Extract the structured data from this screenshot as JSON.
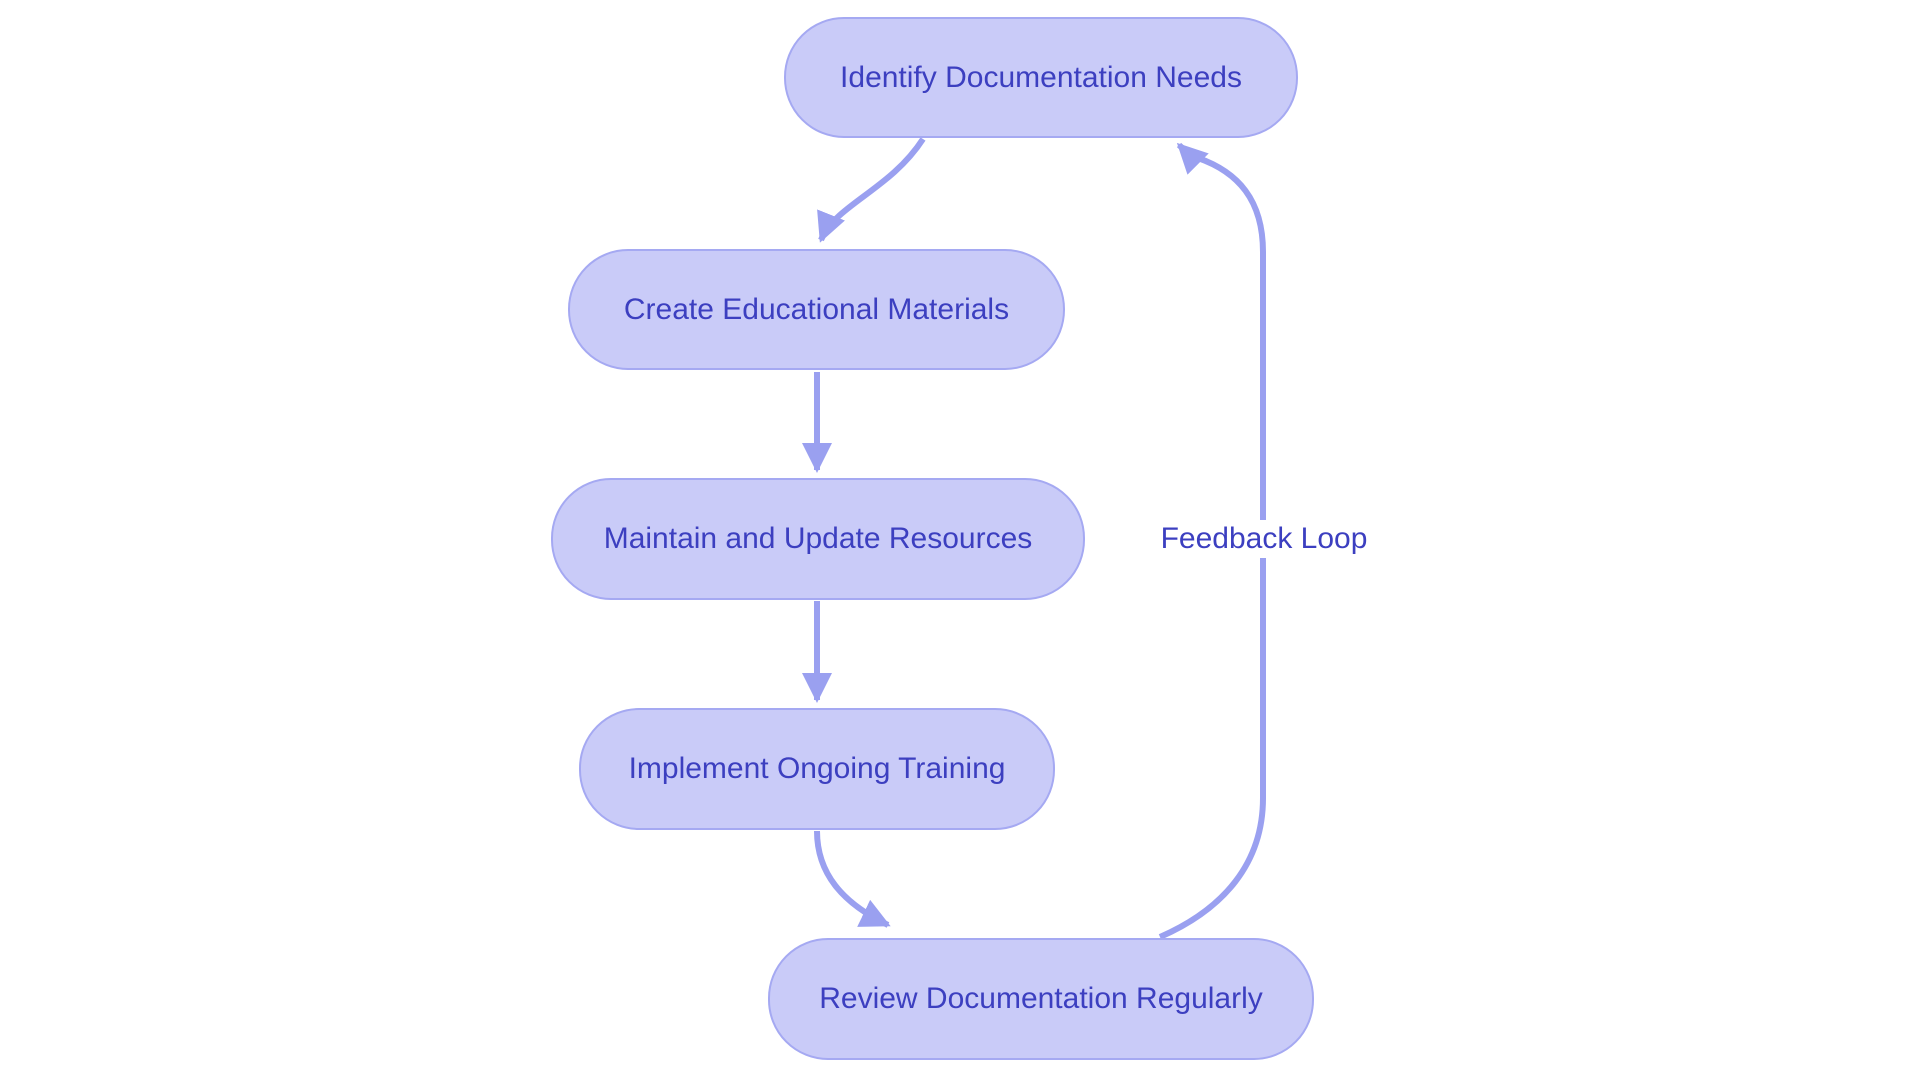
{
  "diagram": {
    "type": "flowchart",
    "direction": "top-down",
    "colors": {
      "background": "#ffffff",
      "node_fill": "#c9cbf8",
      "node_border": "#a5a9f2",
      "edge": "#9aa0f0",
      "text": "#3c3fc0"
    },
    "nodes": [
      {
        "id": "identify",
        "label": "Identify Documentation Needs"
      },
      {
        "id": "create",
        "label": "Create Educational Materials"
      },
      {
        "id": "maintain",
        "label": "Maintain and Update Resources"
      },
      {
        "id": "implement",
        "label": "Implement Ongoing Training"
      },
      {
        "id": "review",
        "label": "Review Documentation Regularly"
      }
    ],
    "edges": [
      {
        "from": "identify",
        "to": "create",
        "label": ""
      },
      {
        "from": "create",
        "to": "maintain",
        "label": ""
      },
      {
        "from": "maintain",
        "to": "implement",
        "label": ""
      },
      {
        "from": "implement",
        "to": "review",
        "label": ""
      },
      {
        "from": "review",
        "to": "identify",
        "label": "Feedback Loop"
      }
    ],
    "edge_label": "Feedback Loop"
  }
}
